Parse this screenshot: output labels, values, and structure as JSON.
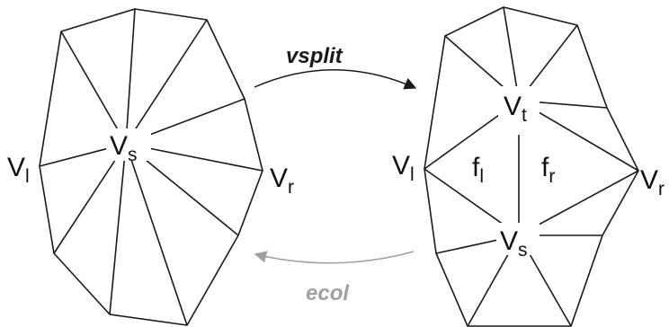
{
  "left_mesh": {
    "labels": {
      "vs": {
        "main": "V",
        "sub": "s"
      },
      "vl": {
        "main": "V",
        "sub": "l"
      },
      "vr": {
        "main": "V",
        "sub": "r"
      }
    }
  },
  "right_mesh": {
    "labels": {
      "vt": {
        "main": "V",
        "sub": "t"
      },
      "vs": {
        "main": "V",
        "sub": "s"
      },
      "vl": {
        "main": "V",
        "sub": "l"
      },
      "vr": {
        "main": "V",
        "sub": "r"
      },
      "fl": {
        "main": "f",
        "sub": "l"
      },
      "fr": {
        "main": "f",
        "sub": "r"
      }
    }
  },
  "operations": {
    "forward": {
      "label": "vsplit",
      "color": "#1a1a1a"
    },
    "backward": {
      "label": "ecol",
      "color": "#a0a0a0"
    }
  }
}
